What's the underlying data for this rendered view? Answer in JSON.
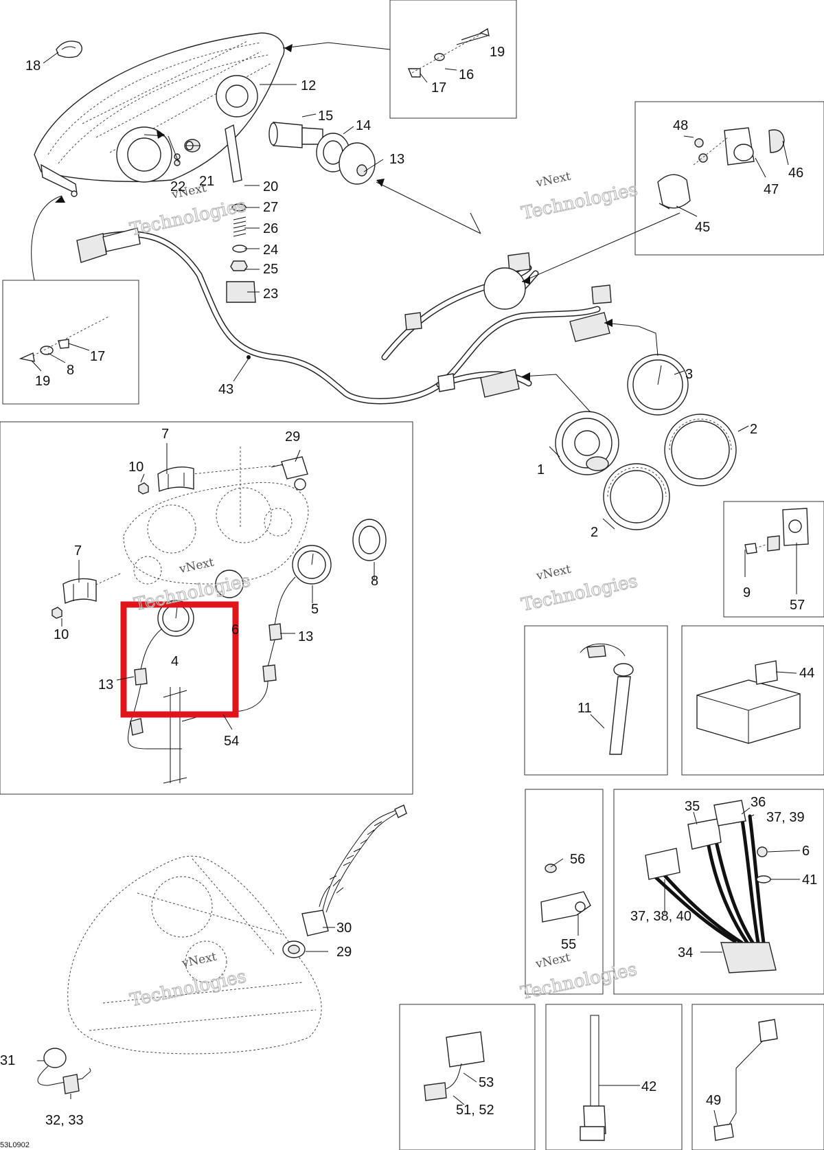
{
  "diagram": {
    "reference": "53L0902",
    "watermark": {
      "line1": "vNext",
      "line2": "Technologies"
    },
    "highlight": {
      "color": "#e0141b",
      "target": "4"
    },
    "part_labels": {
      "p18": "18",
      "p12": "12",
      "p19a": "19",
      "p16": "16",
      "p17a": "17",
      "p15": "15",
      "p14": "14",
      "p13a": "13",
      "p21": "21",
      "p22": "22",
      "p20": "20",
      "p27": "27",
      "p26": "26",
      "p24": "24",
      "p25": "25",
      "p23": "23",
      "p48": "48",
      "p46": "46",
      "p47": "47",
      "p45": "45",
      "p17b": "17",
      "p8a": "8",
      "p19b": "19",
      "p43": "43",
      "p3": "3",
      "p7a": "7",
      "p29a": "29",
      "p10a": "10",
      "p2a": "2",
      "p1": "1",
      "p2b": "2",
      "p7b": "7",
      "p8b": "8",
      "p5": "5",
      "p10b": "10",
      "p6small": "6",
      "p13b": "13",
      "p4": "4",
      "p13c": "13",
      "p54": "54",
      "p9": "9",
      "p57": "57",
      "p11": "11",
      "p44": "44",
      "p56": "56",
      "p55": "55",
      "p35": "35",
      "p36": "36",
      "p3739": "37, 39",
      "p6": "6",
      "p41": "41",
      "p373840": "37, 38, 40",
      "p34": "34",
      "p30": "30",
      "p29b": "29",
      "p31": "31",
      "p3233": "32, 33",
      "p53": "53",
      "p5152": "51, 52",
      "p42": "42",
      "p49": "49"
    }
  }
}
